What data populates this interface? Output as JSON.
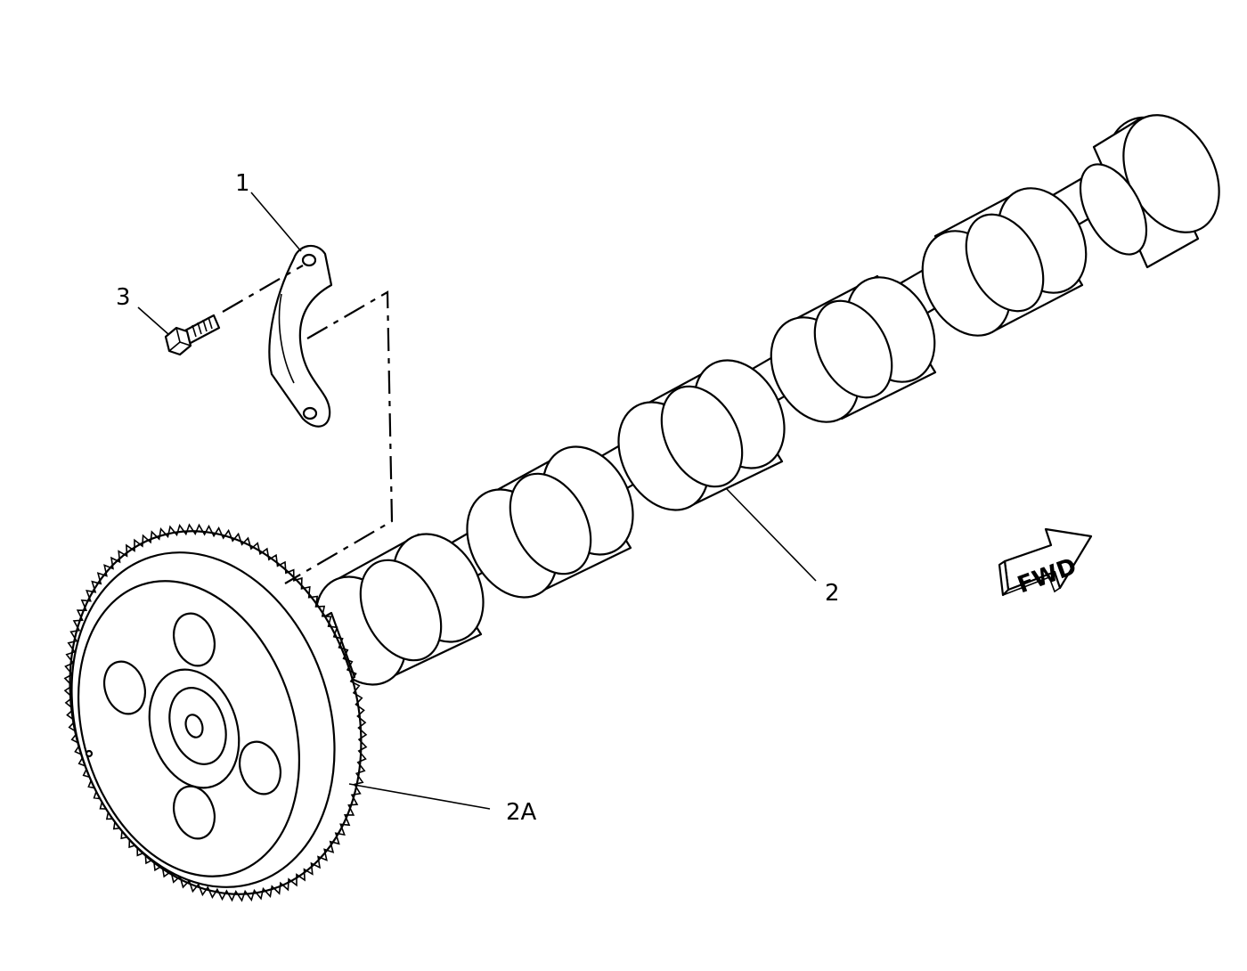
{
  "callouts": {
    "part_1": "1",
    "part_2": "2",
    "part_2a": "2A",
    "part_3": "3"
  },
  "direction_arrow": {
    "label": "FWD"
  },
  "camshaft": {
    "lobe_groups": 6
  },
  "gear": {
    "teeth": 96,
    "lightening_holes": 4
  }
}
